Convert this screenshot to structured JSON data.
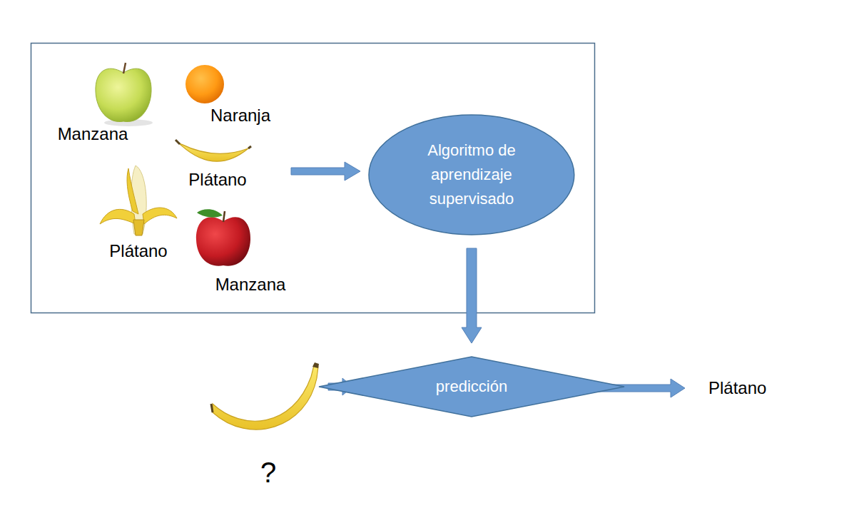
{
  "diagram": {
    "nodes": [
      {
        "text": [
          "Algoritmo de aprendizaje supervisado"
        ]
      },
      {
        "text": [
          "predicción"
        ]
      }
    ],
    "edges": [
      {
        "from": 0,
        "to": 1,
        "arrow": "to"
      }
    ],
    "labels": [
      "Manzana",
      "Naranja",
      "Plátano",
      "Plátano",
      "Manzana",
      "?",
      "Plátano"
    ]
  }
}
